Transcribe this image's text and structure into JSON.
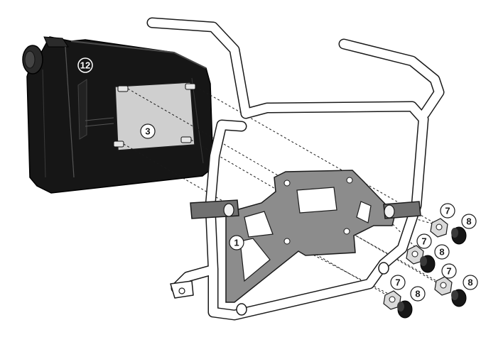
{
  "diagram": {
    "callouts": {
      "frame": "1",
      "plate": "3",
      "nut": "7",
      "cap": "8",
      "case": "12"
    },
    "colors": {
      "outline": "#1a1a1a",
      "frame_fill": "#ffffff",
      "bracket_fill": "#8c8c8c",
      "case_fill": "#161616",
      "plate_fill": "#c9c9c9",
      "background": "#ffffff"
    }
  }
}
